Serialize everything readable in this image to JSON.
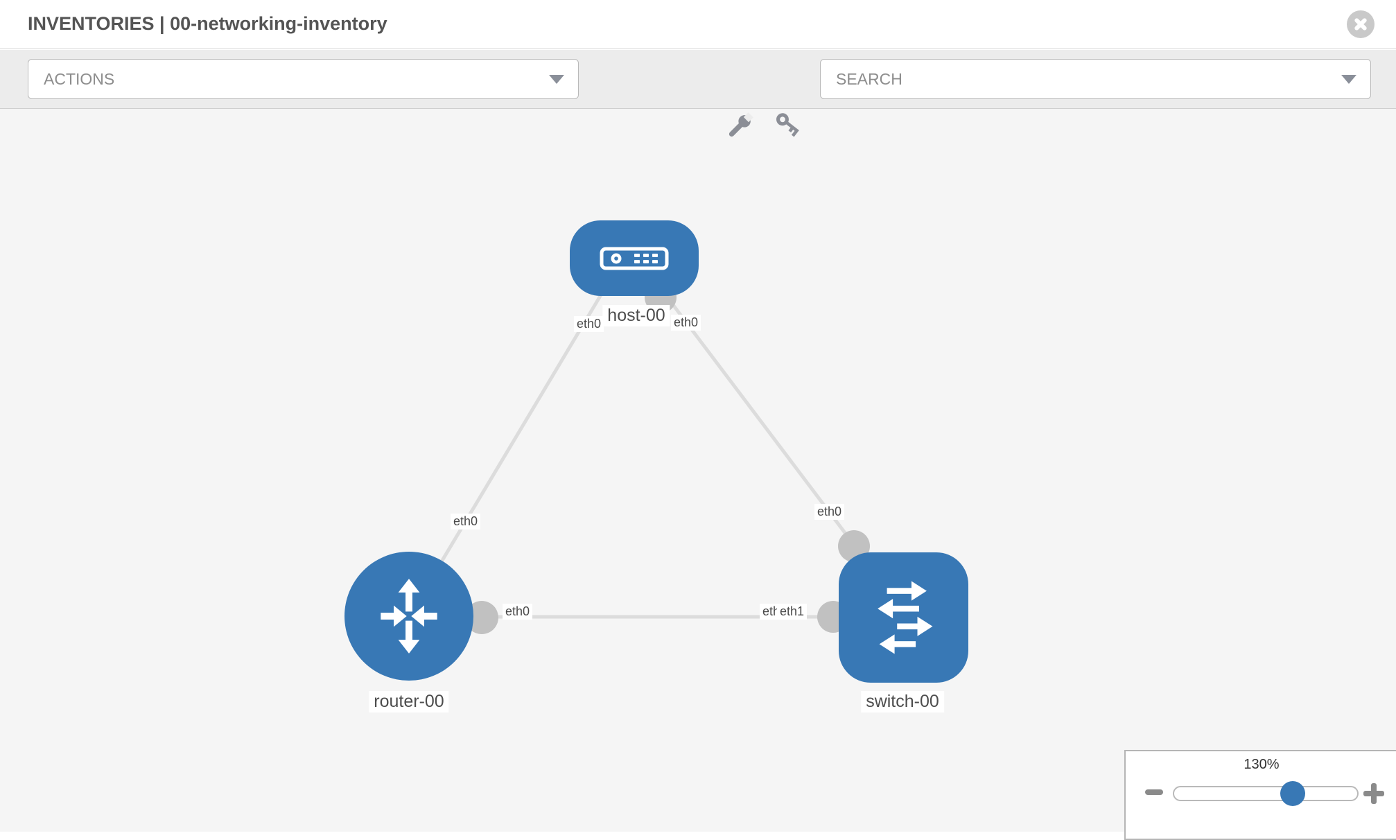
{
  "header": {
    "title": "INVENTORIES | 00-networking-inventory",
    "close_icon": "circle-x"
  },
  "toolbar": {
    "actions_dropdown": {
      "label": "ACTIONS",
      "caret_icon": "caret-down"
    },
    "tools_icon": "wrench",
    "credentials_icon": "key",
    "search_dropdown": {
      "placeholder": "SEARCH",
      "caret_icon": "caret-down"
    }
  },
  "topology": {
    "nodes": [
      {
        "name": "host-00",
        "type": "host",
        "icon": "server"
      },
      {
        "name": "router-00",
        "type": "router",
        "icon": "router-arrows"
      },
      {
        "name": "switch-00",
        "type": "switch",
        "icon": "switch-arrows"
      }
    ],
    "links": [
      {
        "from": "host-00",
        "to": "router-00",
        "from_interface": "eth0",
        "to_interface": "eth0"
      },
      {
        "from": "host-00",
        "to": "switch-00",
        "from_interface": "eth0",
        "to_interface": "eth0"
      },
      {
        "from": "router-00",
        "to": "switch-00",
        "from_interface": "eth0",
        "to_interface": "eth1"
      }
    ],
    "interface_labels": [
      "eth0",
      "eth0",
      "eth0",
      "eth0",
      "eth0",
      "eth0",
      "eth1"
    ],
    "colors": {
      "node_blue": "#3878b5",
      "link_gray": "#dcdcdc",
      "endpoint_gray": "#c1c1c1",
      "canvas_bg": "#f5f5f5"
    }
  },
  "zoom_panel": {
    "level": "130%",
    "minus_icon": "minus",
    "plus_icon": "plus"
  }
}
